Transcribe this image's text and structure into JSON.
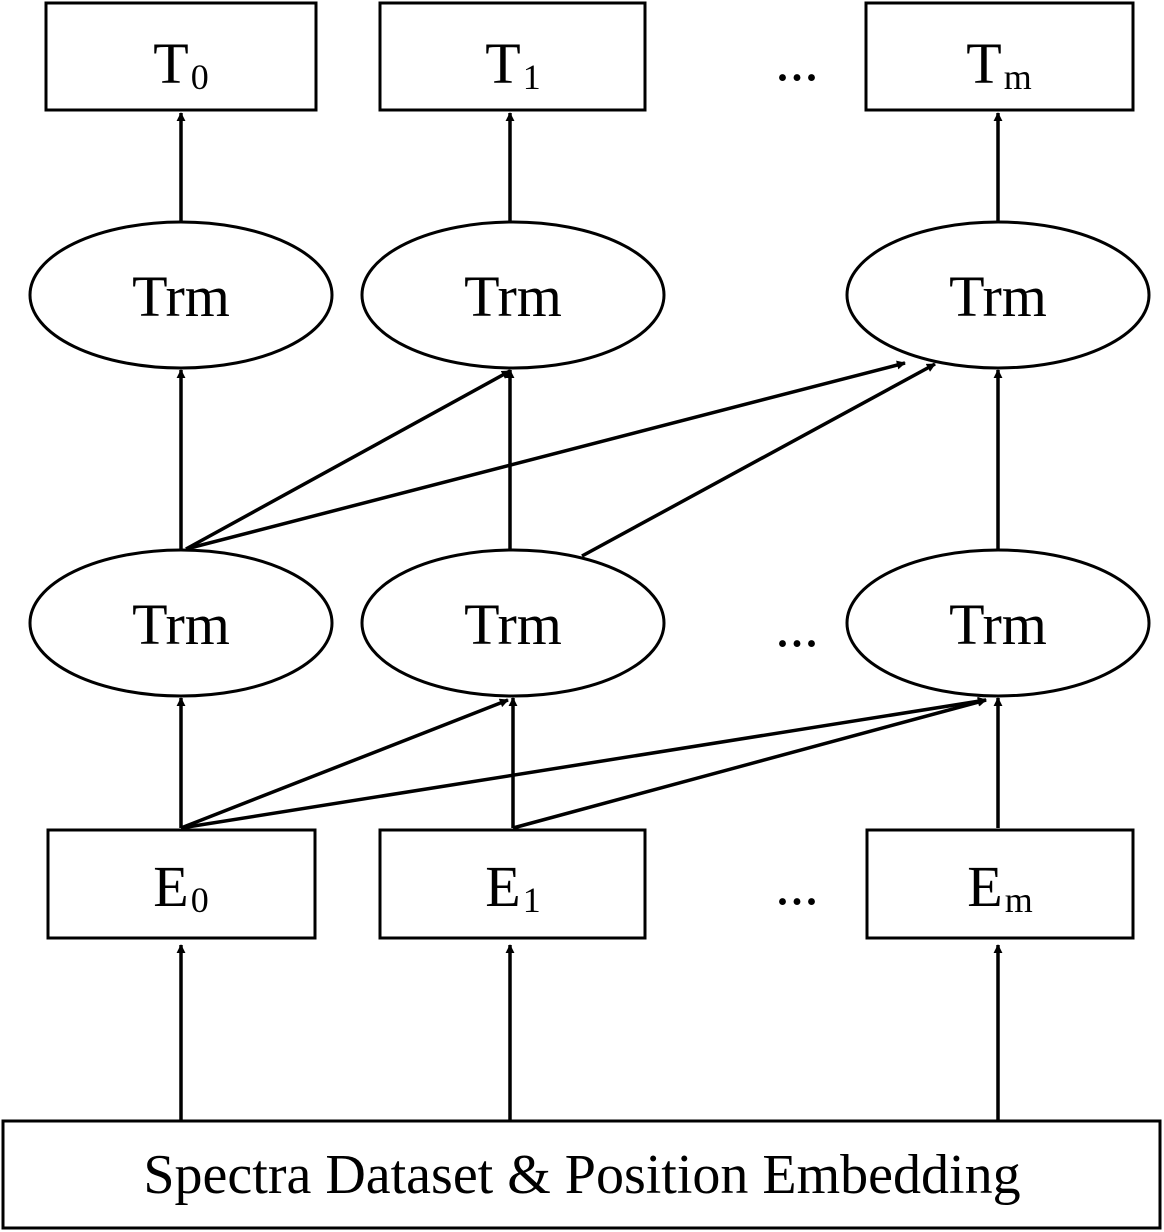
{
  "outputs": [
    {
      "main": "T",
      "sub": "0"
    },
    {
      "main": "T",
      "sub": "1"
    },
    {
      "main": "T",
      "sub": "m"
    }
  ],
  "embeddings": [
    {
      "main": "E",
      "sub": "0"
    },
    {
      "main": "E",
      "sub": "1"
    },
    {
      "main": "E",
      "sub": "m"
    }
  ],
  "transformer_label": "Trm",
  "ellipsis": "...",
  "input_label": "Spectra Dataset & Position Embedding"
}
